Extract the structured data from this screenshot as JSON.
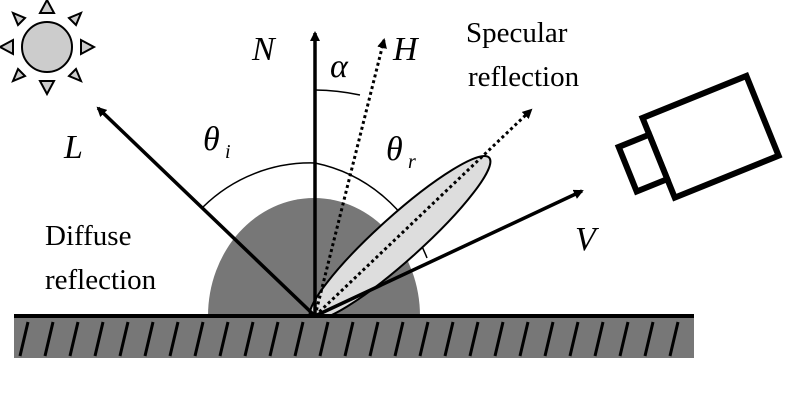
{
  "labels": {
    "normal": "N",
    "halfway": "H",
    "light": "L",
    "view": "V",
    "alpha": "α",
    "theta_i": "θ",
    "theta_i_sub": "i",
    "theta_r": "θ",
    "theta_r_sub": "r",
    "specular_line1": "Specular",
    "specular_line2": "reflection",
    "diffuse_line1": "Diffuse",
    "diffuse_line2": "reflection"
  },
  "icons": {
    "light_source": "sun-icon",
    "camera": "camera-icon"
  },
  "colors": {
    "lines": "#000000",
    "diffuse_lobe": "#777777",
    "specular_lobe": "#dddddd",
    "surface": "#777777",
    "sun_fill": "#cccccc"
  }
}
